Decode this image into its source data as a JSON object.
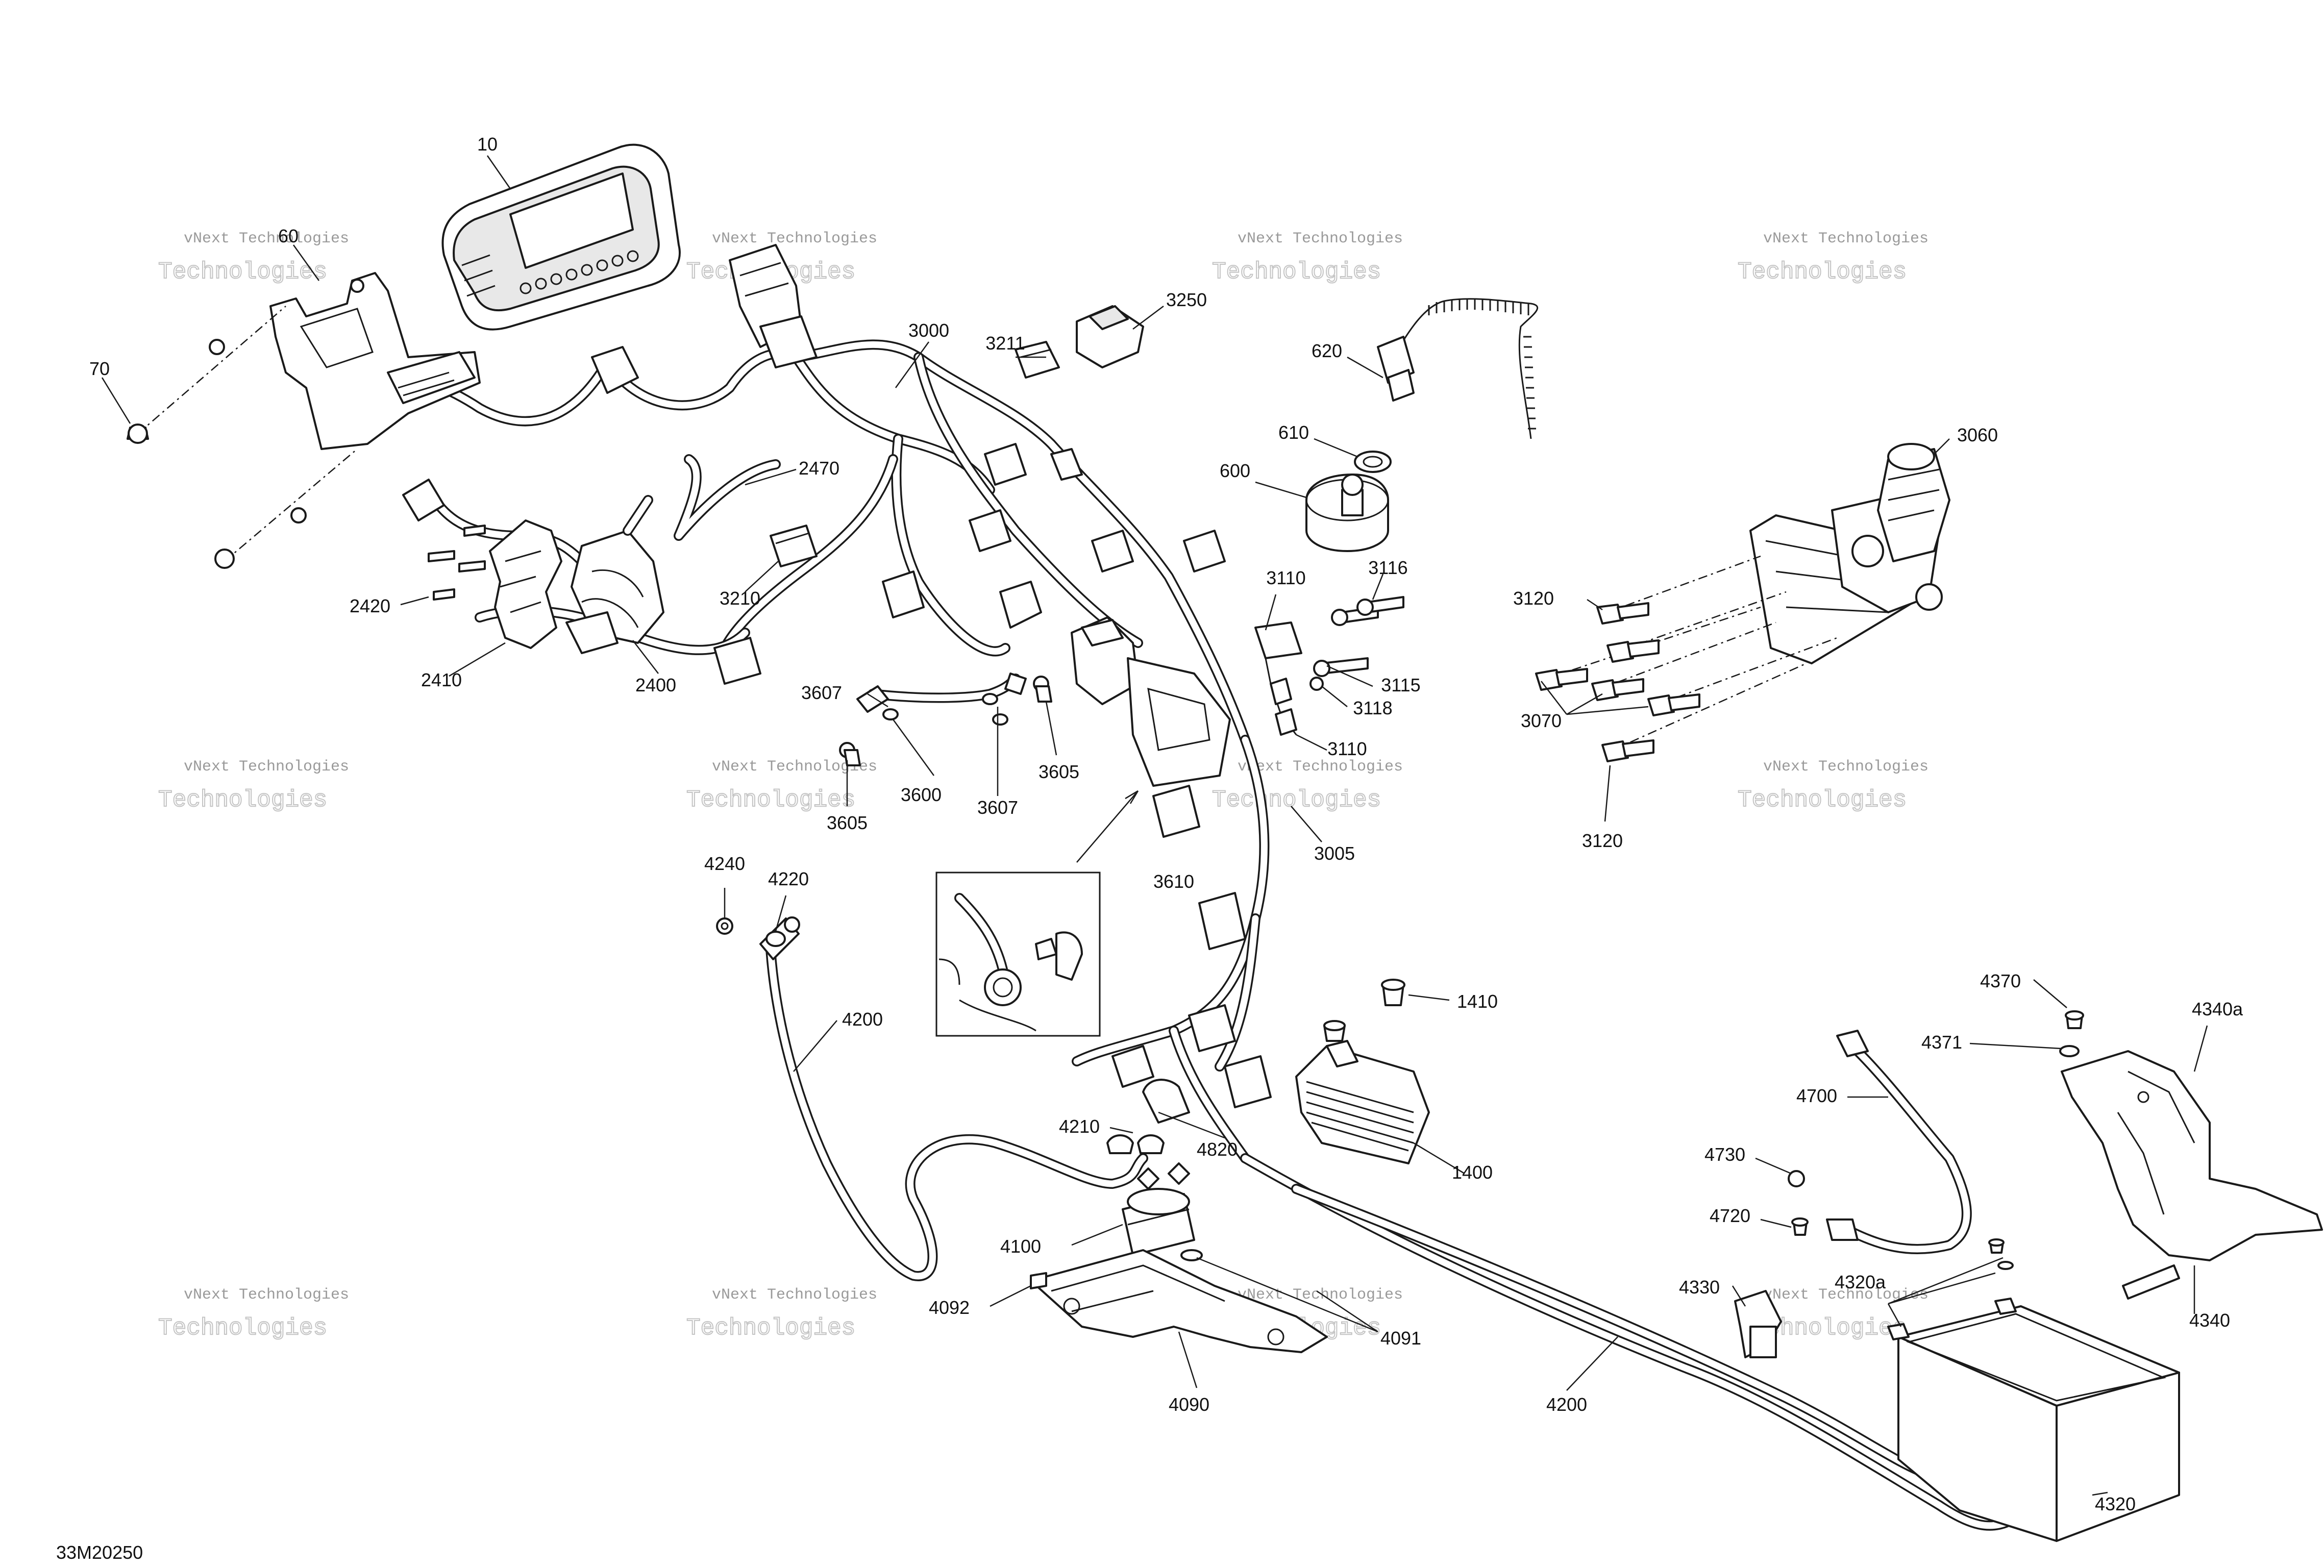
{
  "diagram": {
    "figure_code": "33M20250",
    "watermark": {
      "line1": "vNext Technologies",
      "line2": "Technologies"
    },
    "callouts": [
      {
        "id": "c10",
        "text": "10"
      },
      {
        "id": "c60",
        "text": "60"
      },
      {
        "id": "c70",
        "text": "70"
      },
      {
        "id": "c3000",
        "text": "3000"
      },
      {
        "id": "c3211",
        "text": "3211"
      },
      {
        "id": "c3250",
        "text": "3250"
      },
      {
        "id": "c620",
        "text": "620"
      },
      {
        "id": "c610",
        "text": "610"
      },
      {
        "id": "c600",
        "text": "600"
      },
      {
        "id": "c3060",
        "text": "3060"
      },
      {
        "id": "c2470",
        "text": "2470"
      },
      {
        "id": "c3210",
        "text": "3210"
      },
      {
        "id": "c2420",
        "text": "2420"
      },
      {
        "id": "c2410",
        "text": "2410"
      },
      {
        "id": "c2400",
        "text": "2400"
      },
      {
        "id": "c3110a",
        "text": "3110"
      },
      {
        "id": "c3116",
        "text": "3116"
      },
      {
        "id": "c3120a",
        "text": "3120"
      },
      {
        "id": "c3115",
        "text": "3115"
      },
      {
        "id": "c3118",
        "text": "3118"
      },
      {
        "id": "c3110b",
        "text": "3110"
      },
      {
        "id": "c3070",
        "text": "3070"
      },
      {
        "id": "c3120b",
        "text": "3120"
      },
      {
        "id": "c3607a",
        "text": "3607"
      },
      {
        "id": "c3605a",
        "text": "3605"
      },
      {
        "id": "c3600",
        "text": "3600"
      },
      {
        "id": "c3607b",
        "text": "3607"
      },
      {
        "id": "c3605b",
        "text": "3605"
      },
      {
        "id": "c3005",
        "text": "3005"
      },
      {
        "id": "c3610",
        "text": "3610"
      },
      {
        "id": "c4240",
        "text": "4240"
      },
      {
        "id": "c4220",
        "text": "4220"
      },
      {
        "id": "c4200a",
        "text": "4200"
      },
      {
        "id": "c1410",
        "text": "1410"
      },
      {
        "id": "c4370",
        "text": "4370"
      },
      {
        "id": "c4340a",
        "text": "4340a"
      },
      {
        "id": "c4371",
        "text": "4371"
      },
      {
        "id": "c4700",
        "text": "4700"
      },
      {
        "id": "c4210",
        "text": "4210"
      },
      {
        "id": "c4820",
        "text": "4820"
      },
      {
        "id": "c1400",
        "text": "1400"
      },
      {
        "id": "c4730",
        "text": "4730"
      },
      {
        "id": "c4720",
        "text": "4720"
      },
      {
        "id": "c4100",
        "text": "4100"
      },
      {
        "id": "c4330",
        "text": "4330"
      },
      {
        "id": "c4320a",
        "text": "4320a"
      },
      {
        "id": "c4340",
        "text": "4340"
      },
      {
        "id": "c4092",
        "text": "4092"
      },
      {
        "id": "c4091",
        "text": "4091"
      },
      {
        "id": "c4090",
        "text": "4090"
      },
      {
        "id": "c4200b",
        "text": "4200"
      },
      {
        "id": "c4320",
        "text": "4320"
      }
    ]
  }
}
